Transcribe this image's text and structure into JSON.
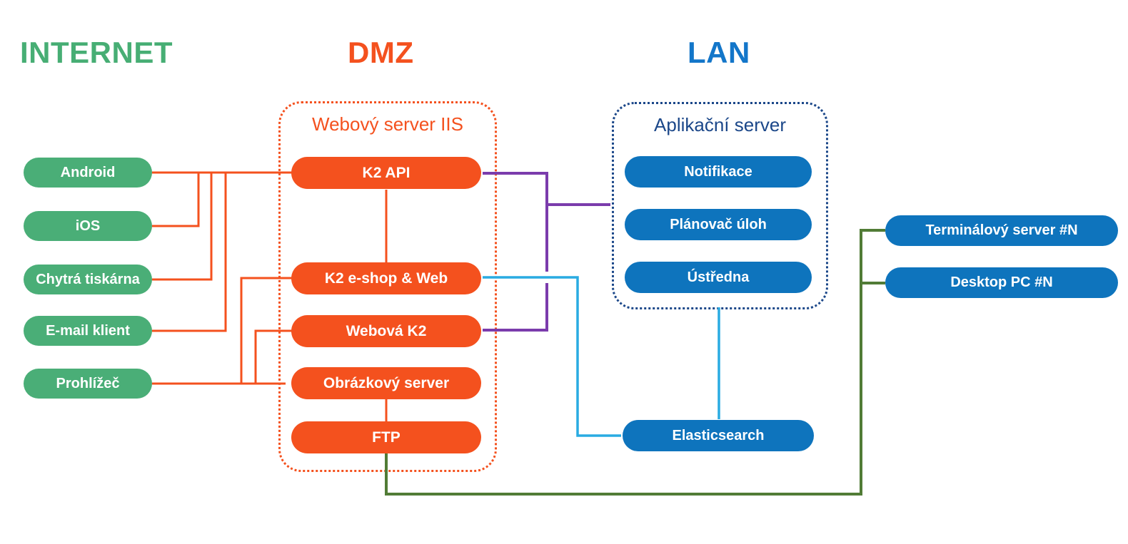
{
  "zones": {
    "internet": "INTERNET",
    "dmz": "DMZ",
    "lan": "LAN"
  },
  "internet": {
    "items": [
      {
        "label": "Android"
      },
      {
        "label": "iOS"
      },
      {
        "label": "Chytrá tiskárna"
      },
      {
        "label": "E-mail klient"
      },
      {
        "label": "Prohlížeč"
      }
    ]
  },
  "dmz_box": {
    "title": "Webový server IIS",
    "items": [
      {
        "label": "K2 API"
      },
      {
        "label": "K2 e-shop & Web"
      },
      {
        "label": "Webová K2"
      },
      {
        "label": "Obrázkový server"
      },
      {
        "label": "FTP"
      }
    ]
  },
  "lan_box": {
    "title": "Aplikační server",
    "items": [
      {
        "label": "Notifikace"
      },
      {
        "label": "Plánovač úloh"
      },
      {
        "label": "Ústředna"
      }
    ]
  },
  "lan_standalone": {
    "elasticsearch_label": "Elasticsearch"
  },
  "lan_right": {
    "items": [
      {
        "label": "Terminálový server #N"
      },
      {
        "label": "Desktop PC #N"
      }
    ]
  },
  "colors": {
    "internet_green": "#4aae77",
    "dmz_orange": "#f4511e",
    "lan_blue": "#0e74bd",
    "lan_header_blue": "#1376c9",
    "app_server_navy": "#1b4789",
    "link_purple": "#7b3cac",
    "link_cyan": "#29abe2",
    "link_olive_green": "#517c36"
  }
}
